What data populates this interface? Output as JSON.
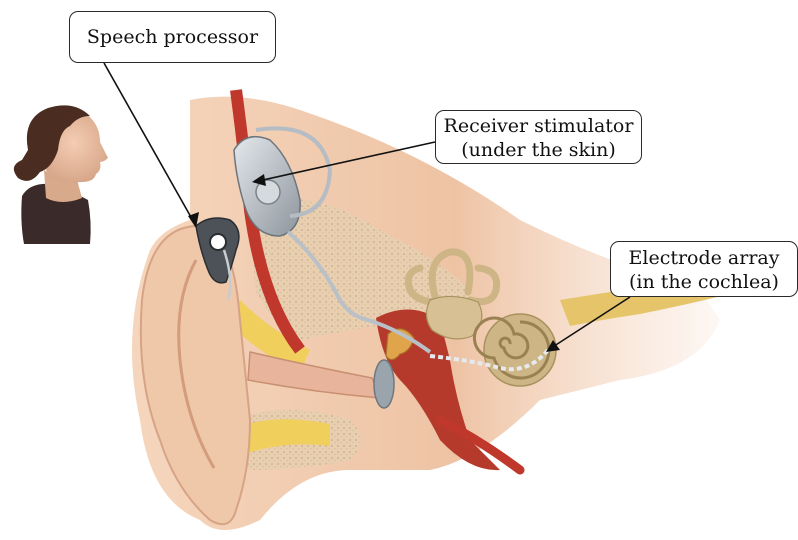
{
  "labels": {
    "speech_processor": "Speech processor",
    "receiver_stimulator": [
      "Receiver stimulator",
      "(under the skin)"
    ],
    "electrode_array": [
      "Electrode array",
      "(in the cochlea)"
    ]
  },
  "colors": {
    "skin": "#efc7a9",
    "skin_shadow": "#dba589",
    "bone": "#e9d2b6",
    "fat": "#f0cf5c",
    "canal_red": "#b63a2c",
    "device_gray": "#b9c0c7",
    "cochlea": "#cdb585",
    "hair": "#4a2d20",
    "sweater": "#3a2a2a"
  }
}
